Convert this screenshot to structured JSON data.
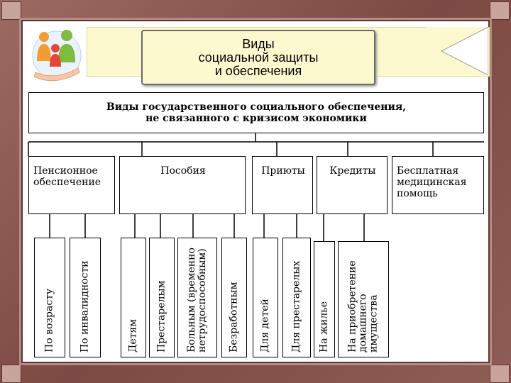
{
  "header": {
    "title_line1": "Виды",
    "title_line2": "социальной защиты",
    "title_line3": "и обеспечения"
  },
  "diagram": {
    "root_line1": "Виды государственного социального обеспечения,",
    "root_line2": "не связанного с кризисом экономики",
    "categories": {
      "pension": "Пенсионное обеспечение",
      "allowances": "Пособия",
      "shelters": "Приюты",
      "credits": "Кредиты",
      "medical": "Бесплатная медицинская помощь"
    },
    "leaves": {
      "by_age": "По возрасту",
      "by_disability": "По инвалидности",
      "children": "Детям",
      "elderly": "Престарелым",
      "sick": "Больным (временно\nнетрудоспособным)",
      "unemployed": "Безработным",
      "for_children": "Для детей",
      "for_elderly": "Для престарелых",
      "housing": "На жилье",
      "property": "На приобретение\nдомашнего\nимущества"
    }
  },
  "colors": {
    "frame": "#8a5a52",
    "banner": "#fdf9cf"
  }
}
